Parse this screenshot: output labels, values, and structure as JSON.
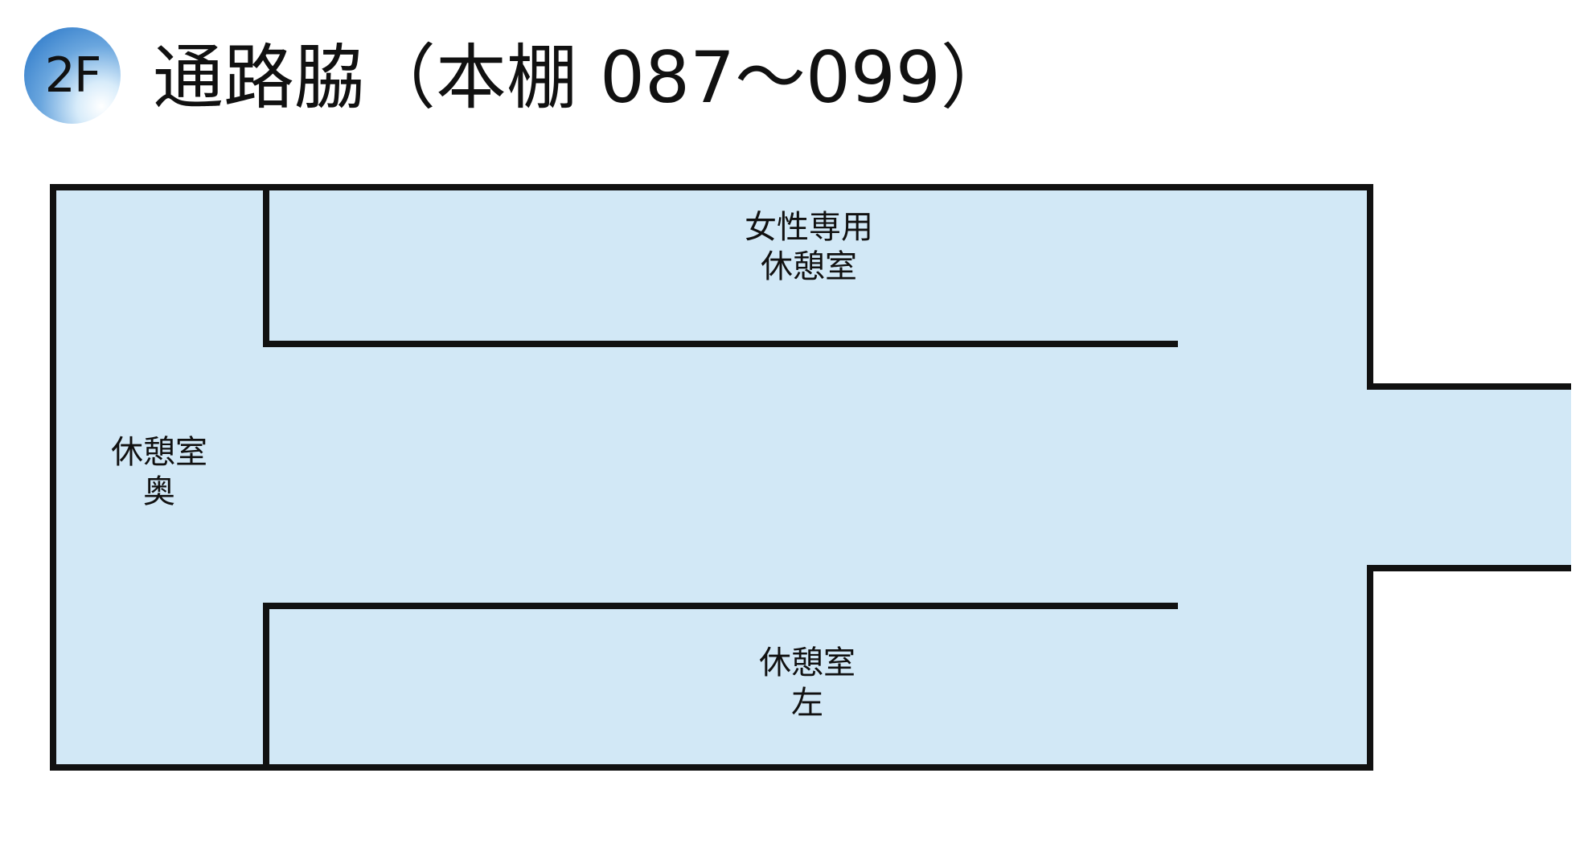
{
  "header": {
    "floor_badge": "2F",
    "title": "通路脇（本棚 087〜099）"
  },
  "colors": {
    "room_fill": "#d2e8f6",
    "wall": "#111111",
    "badge_blue": "#1f6fc4"
  },
  "rooms": {
    "womens_room": {
      "line1": "女性専用",
      "line2": "休憩室"
    },
    "back_room": {
      "line1": "休憩室",
      "line2": "奥"
    },
    "left_room": {
      "line1": "休憩室",
      "line2": "左"
    }
  }
}
